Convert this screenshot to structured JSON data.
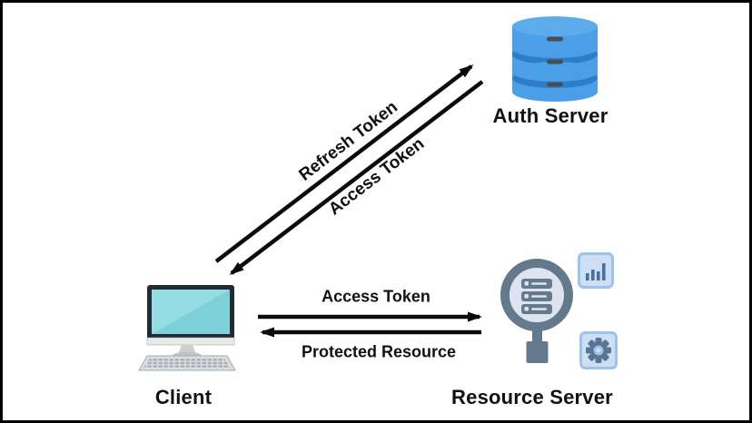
{
  "palette": {
    "background": "#FFFFFF",
    "frame_border": "#000000",
    "arrow": "#0B0B0B",
    "text": "#111111",
    "db_blue": "#4A9FE8",
    "db_blue_dark": "#2E7EC6",
    "db_blue_top": "#5CACEB",
    "db_dash_gray": "#474F56",
    "slate": "#64798C",
    "tile_icon_slate": "#4E6F9B",
    "tile_bg": "#CDDFF5",
    "tile_border": "#9FC2EC",
    "screen_teal": "#7FD1D9",
    "screen_teal_light": "#96DDE3",
    "monitor_frame": "#222A33",
    "monitor_silver": "#E9E9E9",
    "magnifier_lens": "#DDE4F0"
  },
  "nodes": {
    "auth_server": {
      "label": "Auth Server",
      "icon": "database-icon"
    },
    "client": {
      "label": "Client",
      "icon": "desktop-computer-icon"
    },
    "resource_server": {
      "label": "Resource Server",
      "icon": "magnifier-server-icon"
    }
  },
  "edges": {
    "refresh_token": {
      "label": "Refresh Token",
      "from": "Client",
      "to": "Auth Server"
    },
    "access_token_auth": {
      "label": "Access Token",
      "from": "Auth Server",
      "to": "Client"
    },
    "access_token_resource": {
      "label": "Access Token",
      "from": "Client",
      "to": "Resource Server"
    },
    "protected_resource": {
      "label": "Protected Resource",
      "from": "Resource Server",
      "to": "Client"
    }
  }
}
